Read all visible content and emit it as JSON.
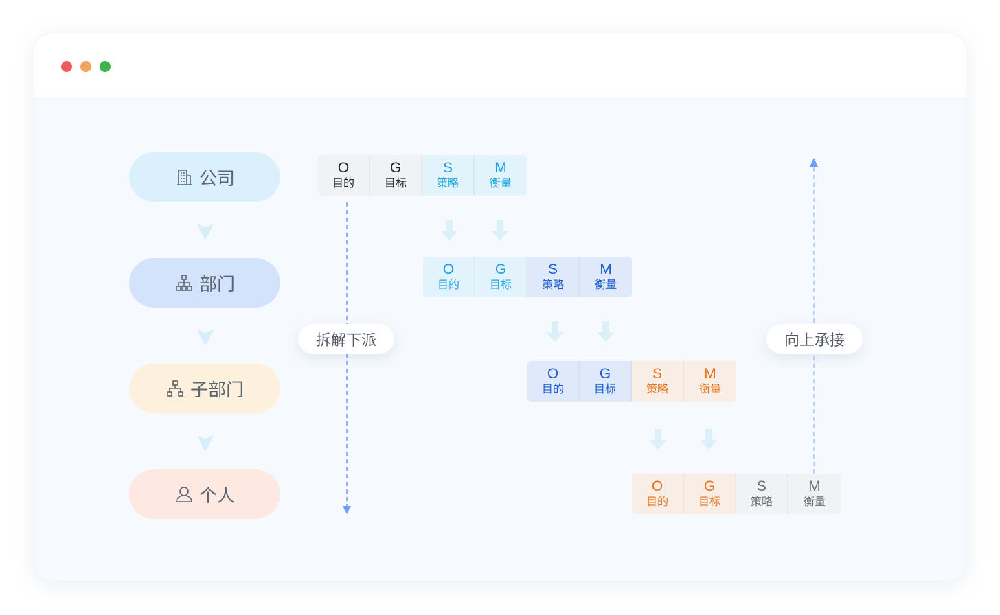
{
  "window": {
    "controls": [
      "close",
      "minimize",
      "maximize"
    ],
    "colors": {
      "close": "#ee5b5b",
      "minimize": "#f3a35a",
      "maximize": "#3cb54a"
    }
  },
  "levels": [
    {
      "label": "公司",
      "icon": "building-icon",
      "color": "#dbf0fd"
    },
    {
      "label": "部门",
      "icon": "org-chart-icon",
      "color": "#d3e3fc"
    },
    {
      "label": "子部门",
      "icon": "org-chart-icon",
      "color": "#fdf0dd"
    },
    {
      "label": "个人",
      "icon": "user-icon",
      "color": "#fde8e2"
    }
  ],
  "ogsm_rows": [
    [
      {
        "letter": "O",
        "label": "目的"
      },
      {
        "letter": "G",
        "label": "目标"
      },
      {
        "letter": "S",
        "label": "策略"
      },
      {
        "letter": "M",
        "label": "衡量"
      }
    ],
    [
      {
        "letter": "O",
        "label": "目的"
      },
      {
        "letter": "G",
        "label": "目标"
      },
      {
        "letter": "S",
        "label": "策略"
      },
      {
        "letter": "M",
        "label": "衡量"
      }
    ],
    [
      {
        "letter": "O",
        "label": "目的"
      },
      {
        "letter": "G",
        "label": "目标"
      },
      {
        "letter": "S",
        "label": "策略"
      },
      {
        "letter": "M",
        "label": "衡量"
      }
    ],
    [
      {
        "letter": "O",
        "label": "目的"
      },
      {
        "letter": "G",
        "label": "目标"
      },
      {
        "letter": "S",
        "label": "策略"
      },
      {
        "letter": "M",
        "label": "衡量"
      }
    ]
  ],
  "flows": {
    "down": "拆解下派",
    "up": "向上承接"
  }
}
